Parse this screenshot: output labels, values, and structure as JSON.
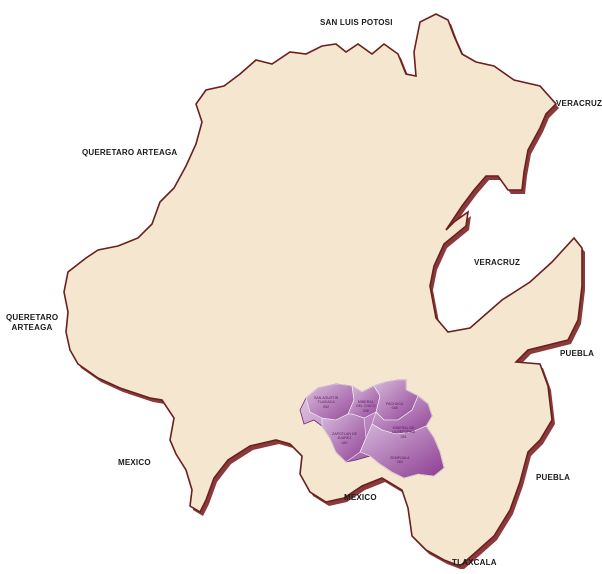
{
  "map": {
    "colors": {
      "state_fill": "#f4e6cf",
      "state_border": "#6b1f1f",
      "shadow": "#8a3a3a",
      "region_light": "#c9a4cf",
      "region_mid": "#a35aa8",
      "region_dark": "#7a2e7e",
      "background": "#ffffff"
    },
    "neighbor_labels": {
      "san_luis_potosi": "SAN LUIS POTOSI",
      "veracruz_ne": "VERACRUZ",
      "queretaro_n": "QUERETARO ARTEAGA",
      "veracruz_e": "VERACRUZ",
      "queretaro_w_line1": "QUERETARO",
      "queretaro_w_line2": "ARTEAGA",
      "puebla_e1": "PUEBLA",
      "mexico_sw": "MEXICO",
      "mexico_s": "MEXICO",
      "puebla_e2": "PUEBLA",
      "tlaxcala": "TLAXCALA"
    },
    "municipality_labels": {
      "m1_line1": "SAN AGUSTIN",
      "m1_line2": "TLAXIACA",
      "m1_line3": "052",
      "m2_line1": "MINERAL",
      "m2_line2": "DEL CHICO",
      "m2_line3": "038",
      "m3_line1": "PACHUCA",
      "m3_line2": "048",
      "m4_line1": "ZAPOTLAN DE",
      "m4_line2": "JUAREZ",
      "m4_line3": "082",
      "m5_line1": "MINERAL DE",
      "m5_line2": "LA REFORMA",
      "m5_line3": "051",
      "m6_line1": "ZEMPOALA",
      "m6_line2": "083"
    }
  }
}
